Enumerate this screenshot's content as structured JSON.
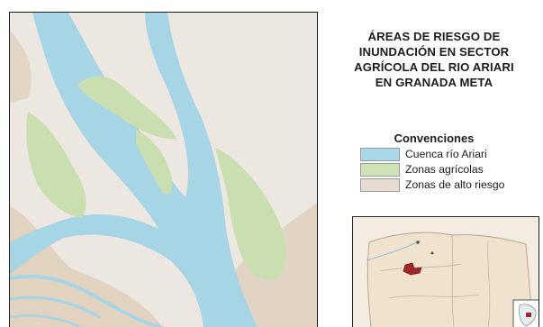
{
  "map": {
    "title": "ÁREAS DE RIESGO DE\nINUNDACIÓN EN SECTOR\nAGRÍCOLA DEL RIO ARIARI\nEN GRANADA META",
    "legend": {
      "title": "Convenciones",
      "items": [
        {
          "label": "Cuenca río Ariari",
          "color": "#a9d8e8"
        },
        {
          "label": "Zonas agrícolas",
          "color": "#cfe3b6"
        },
        {
          "label": "Zonas de alto riesgo",
          "color": "#e6dcd2"
        }
      ]
    },
    "colors": {
      "background": "#ece7e1",
      "high_risk": "#e3d3c2",
      "river": "#a6d5e6",
      "agriculture": "#c9dfb0",
      "inset_land": "#f4ece0",
      "inset_highlight": "#a3262b"
    }
  }
}
